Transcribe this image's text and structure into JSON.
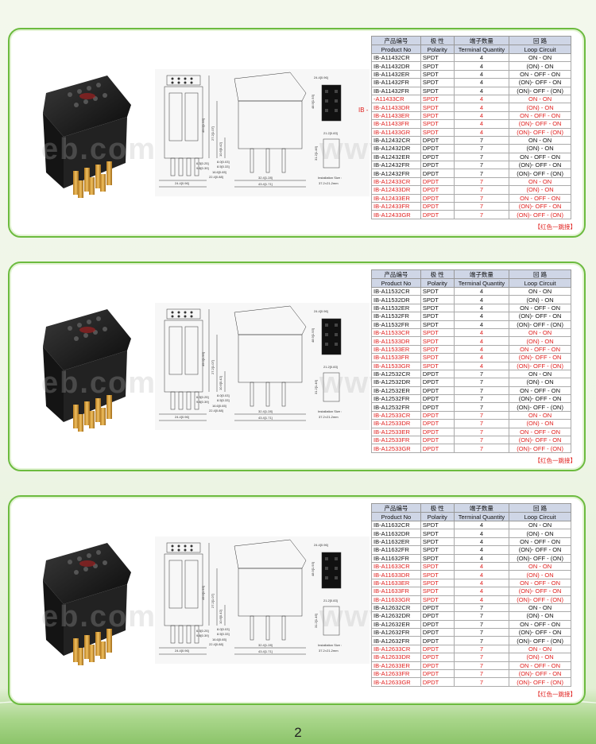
{
  "page_number": "2",
  "watermark_left": "eb.com",
  "watermark_right": "www.b.com",
  "side_tag": "IB -",
  "headers": {
    "product_cn": "产品编号",
    "product_en": "Product  No",
    "polarity_cn": "极 性",
    "polarity_en": "Polarity",
    "terminal_cn": "端子数量",
    "terminal_en": "Terminal Quantity",
    "loop_cn": "回 路",
    "loop_en": "Loop Circuit"
  },
  "note": "【红色一跳接】",
  "drawing_labels": {
    "h1": "49.0[1.93]",
    "h2": "27.2[1.07]",
    "h3": "10.6[0.42]",
    "w1": "6.3[0.25]",
    "w2": "9.8[0.39]",
    "w3": "8.0[0.03]",
    "w4": "8.5[0.33]",
    "w5": "16.6[0.65]",
    "w6": "22.4[0.88]",
    "w7": "24.4[0.96]",
    "w8": "32.4[1.28]",
    "w9": "43.4[1.71]",
    "side1": "24.4[0.96]",
    "side2": "48.9[1.93]",
    "side3": "21.2[0.83]",
    "side4": "31.2[1.46]",
    "install_title": "Installation Size :",
    "install_value": "37.2×21.2mm"
  },
  "panels": [
    {
      "rows": [
        {
          "no": "IB-A11432CR",
          "pol": "SPDT",
          "qty": "4",
          "loop": "ON - ON",
          "red": false
        },
        {
          "no": "IB-A11432DR",
          "pol": "SPDT",
          "qty": "4",
          "loop": "(ON) - ON",
          "red": false
        },
        {
          "no": "IB-A11432ER",
          "pol": "SPDT",
          "qty": "4",
          "loop": "ON - OFF - ON",
          "red": false
        },
        {
          "no": "IB-A11432FR",
          "pol": "SPDT",
          "qty": "4",
          "loop": "(ON)- OFF - ON",
          "red": false
        },
        {
          "no": "IB-A11432FR",
          "pol": "SPDT",
          "qty": "4",
          "loop": "(ON)- OFF - (ON)",
          "red": false
        },
        {
          "no": "-A11433CR",
          "pol": "SPDT",
          "qty": "4",
          "loop": "ON - ON",
          "red": true
        },
        {
          "no": "IB-A11433DR",
          "pol": "SPDT",
          "qty": "4",
          "loop": "(ON) - ON",
          "red": true
        },
        {
          "no": "IB-A11433ER",
          "pol": "SPDT",
          "qty": "4",
          "loop": "ON - OFF - ON",
          "red": true
        },
        {
          "no": "IB-A11433FR",
          "pol": "SPDT",
          "qty": "4",
          "loop": "(ON)- OFF - ON",
          "red": true
        },
        {
          "no": "IB-A11433GR",
          "pol": "SPDT",
          "qty": "4",
          "loop": "(ON)- OFF - (ON)",
          "red": true
        },
        {
          "no": "IB-A12432CR",
          "pol": "DPDT",
          "qty": "7",
          "loop": "ON - ON",
          "red": false
        },
        {
          "no": "IB-A12432DR",
          "pol": "DPDT",
          "qty": "7",
          "loop": "(ON) - ON",
          "red": false
        },
        {
          "no": "IB-A12432ER",
          "pol": "DPDT",
          "qty": "7",
          "loop": "ON - OFF - ON",
          "red": false
        },
        {
          "no": "IB-A12432FR",
          "pol": "DPDT",
          "qty": "7",
          "loop": "(ON)- OFF - ON",
          "red": false
        },
        {
          "no": "IB-A12432FR",
          "pol": "DPDT",
          "qty": "7",
          "loop": "(ON)- OFF - (ON)",
          "red": false
        },
        {
          "no": "IB-A12433CR",
          "pol": "DPDT",
          "qty": "7",
          "loop": "ON - ON",
          "red": true
        },
        {
          "no": "IB-A12433DR",
          "pol": "DPDT",
          "qty": "7",
          "loop": "(ON) - ON",
          "red": true
        },
        {
          "no": "IB-A12433ER",
          "pol": "DPDT",
          "qty": "7",
          "loop": "ON - OFF - ON",
          "red": true
        },
        {
          "no": "IB-A12433FR",
          "pol": "DPDT",
          "qty": "7",
          "loop": "(ON)- OFF - ON",
          "red": true
        },
        {
          "no": "IB-A12433GR",
          "pol": "DPDT",
          "qty": "7",
          "loop": "(ON)- OFF - (ON)",
          "red": true
        }
      ]
    },
    {
      "rows": [
        {
          "no": "IB-A11532CR",
          "pol": "SPDT",
          "qty": "4",
          "loop": "ON - ON",
          "red": false
        },
        {
          "no": "IB-A11532DR",
          "pol": "SPDT",
          "qty": "4",
          "loop": "(ON) - ON",
          "red": false
        },
        {
          "no": "IB-A11532ER",
          "pol": "SPDT",
          "qty": "4",
          "loop": "ON - OFF - ON",
          "red": false
        },
        {
          "no": "IB-A11532FR",
          "pol": "SPDT",
          "qty": "4",
          "loop": "(ON)- OFF - ON",
          "red": false
        },
        {
          "no": "IB-A11532FR",
          "pol": "SPDT",
          "qty": "4",
          "loop": "(ON)- OFF - (ON)",
          "red": false
        },
        {
          "no": "IB-A11533CR",
          "pol": "SPDT",
          "qty": "4",
          "loop": "ON - ON",
          "red": true
        },
        {
          "no": "IB-A11533DR",
          "pol": "SPDT",
          "qty": "4",
          "loop": "(ON) - ON",
          "red": true
        },
        {
          "no": "IB-A11533ER",
          "pol": "SPDT",
          "qty": "4",
          "loop": "ON - OFF - ON",
          "red": true
        },
        {
          "no": "IB-A11533FR",
          "pol": "SPDT",
          "qty": "4",
          "loop": "(ON)- OFF - ON",
          "red": true
        },
        {
          "no": "IB-A11533GR",
          "pol": "SPDT",
          "qty": "4",
          "loop": "(ON)- OFF - (ON)",
          "red": true
        },
        {
          "no": "IB-A12532CR",
          "pol": "DPDT",
          "qty": "7",
          "loop": "ON - ON",
          "red": false
        },
        {
          "no": "IB-A12532DR",
          "pol": "DPDT",
          "qty": "7",
          "loop": "(ON) - ON",
          "red": false
        },
        {
          "no": "IB-A12532ER",
          "pol": "DPDT",
          "qty": "7",
          "loop": "ON - OFF - ON",
          "red": false
        },
        {
          "no": "IB-A12532FR",
          "pol": "DPDT",
          "qty": "7",
          "loop": "(ON)- OFF - ON",
          "red": false
        },
        {
          "no": "IB-A12532FR",
          "pol": "DPDT",
          "qty": "7",
          "loop": "(ON)- OFF - (ON)",
          "red": false
        },
        {
          "no": "IB-A12533CR",
          "pol": "DPDT",
          "qty": "7",
          "loop": "ON - ON",
          "red": true
        },
        {
          "no": "IB-A12533DR",
          "pol": "DPDT",
          "qty": "7",
          "loop": "(ON) - ON",
          "red": true
        },
        {
          "no": "IB-A12533ER",
          "pol": "DPDT",
          "qty": "7",
          "loop": "ON - OFF - ON",
          "red": true
        },
        {
          "no": "IB-A12533FR",
          "pol": "DPDT",
          "qty": "7",
          "loop": "(ON)- OFF - ON",
          "red": true
        },
        {
          "no": "IB-A12533GR",
          "pol": "DPDT",
          "qty": "7",
          "loop": "(ON)- OFF - (ON)",
          "red": true
        }
      ]
    },
    {
      "rows": [
        {
          "no": "IB-A11632CR",
          "pol": "SPDT",
          "qty": "4",
          "loop": "ON - ON",
          "red": false
        },
        {
          "no": "IB-A11632DR",
          "pol": "SPDT",
          "qty": "4",
          "loop": "(ON) - ON",
          "red": false
        },
        {
          "no": "IB-A11632ER",
          "pol": "SPDT",
          "qty": "4",
          "loop": "ON - OFF - ON",
          "red": false
        },
        {
          "no": "IB-A11632FR",
          "pol": "SPDT",
          "qty": "4",
          "loop": "(ON)- OFF - ON",
          "red": false
        },
        {
          "no": "IB-A11632FR",
          "pol": "SPDT",
          "qty": "4",
          "loop": "(ON)- OFF - (ON)",
          "red": false
        },
        {
          "no": "IB-A11633CR",
          "pol": "SPDT",
          "qty": "4",
          "loop": "ON - ON",
          "red": true
        },
        {
          "no": "IB-A11633DR",
          "pol": "SPDT",
          "qty": "4",
          "loop": "(ON) - ON",
          "red": true
        },
        {
          "no": "IB-A11633ER",
          "pol": "SPDT",
          "qty": "4",
          "loop": "ON - OFF - ON",
          "red": true
        },
        {
          "no": "IB-A11633FR",
          "pol": "SPDT",
          "qty": "4",
          "loop": "(ON)- OFF - ON",
          "red": true
        },
        {
          "no": "IB-A11633GR",
          "pol": "SPDT",
          "qty": "4",
          "loop": "(ON)- OFF - (ON)",
          "red": true
        },
        {
          "no": "IB-A12632CR",
          "pol": "DPDT",
          "qty": "7",
          "loop": "ON - ON",
          "red": false
        },
        {
          "no": "IB-A12632DR",
          "pol": "DPDT",
          "qty": "7",
          "loop": "(ON) - ON",
          "red": false
        },
        {
          "no": "IB-A12632ER",
          "pol": "DPDT",
          "qty": "7",
          "loop": "ON - OFF - ON",
          "red": false
        },
        {
          "no": "IB-A12632FR",
          "pol": "DPDT",
          "qty": "7",
          "loop": "(ON)- OFF - ON",
          "red": false
        },
        {
          "no": "IB-A12632FR",
          "pol": "DPDT",
          "qty": "7",
          "loop": "(ON)- OFF - (ON)",
          "red": false
        },
        {
          "no": "IB-A12633CR",
          "pol": "DPDT",
          "qty": "7",
          "loop": "ON - ON",
          "red": true
        },
        {
          "no": "IB-A12633DR",
          "pol": "DPDT",
          "qty": "7",
          "loop": "(ON) - ON",
          "red": true
        },
        {
          "no": "IB-A12633ER",
          "pol": "DPDT",
          "qty": "7",
          "loop": "ON - OFF - ON",
          "red": true
        },
        {
          "no": "IB-A12633FR",
          "pol": "DPDT",
          "qty": "7",
          "loop": "(ON)- OFF - ON",
          "red": true
        },
        {
          "no": "IB-A12633GR",
          "pol": "DPDT",
          "qty": "7",
          "loop": "(ON)- OFF - (ON)",
          "red": true
        }
      ]
    }
  ]
}
